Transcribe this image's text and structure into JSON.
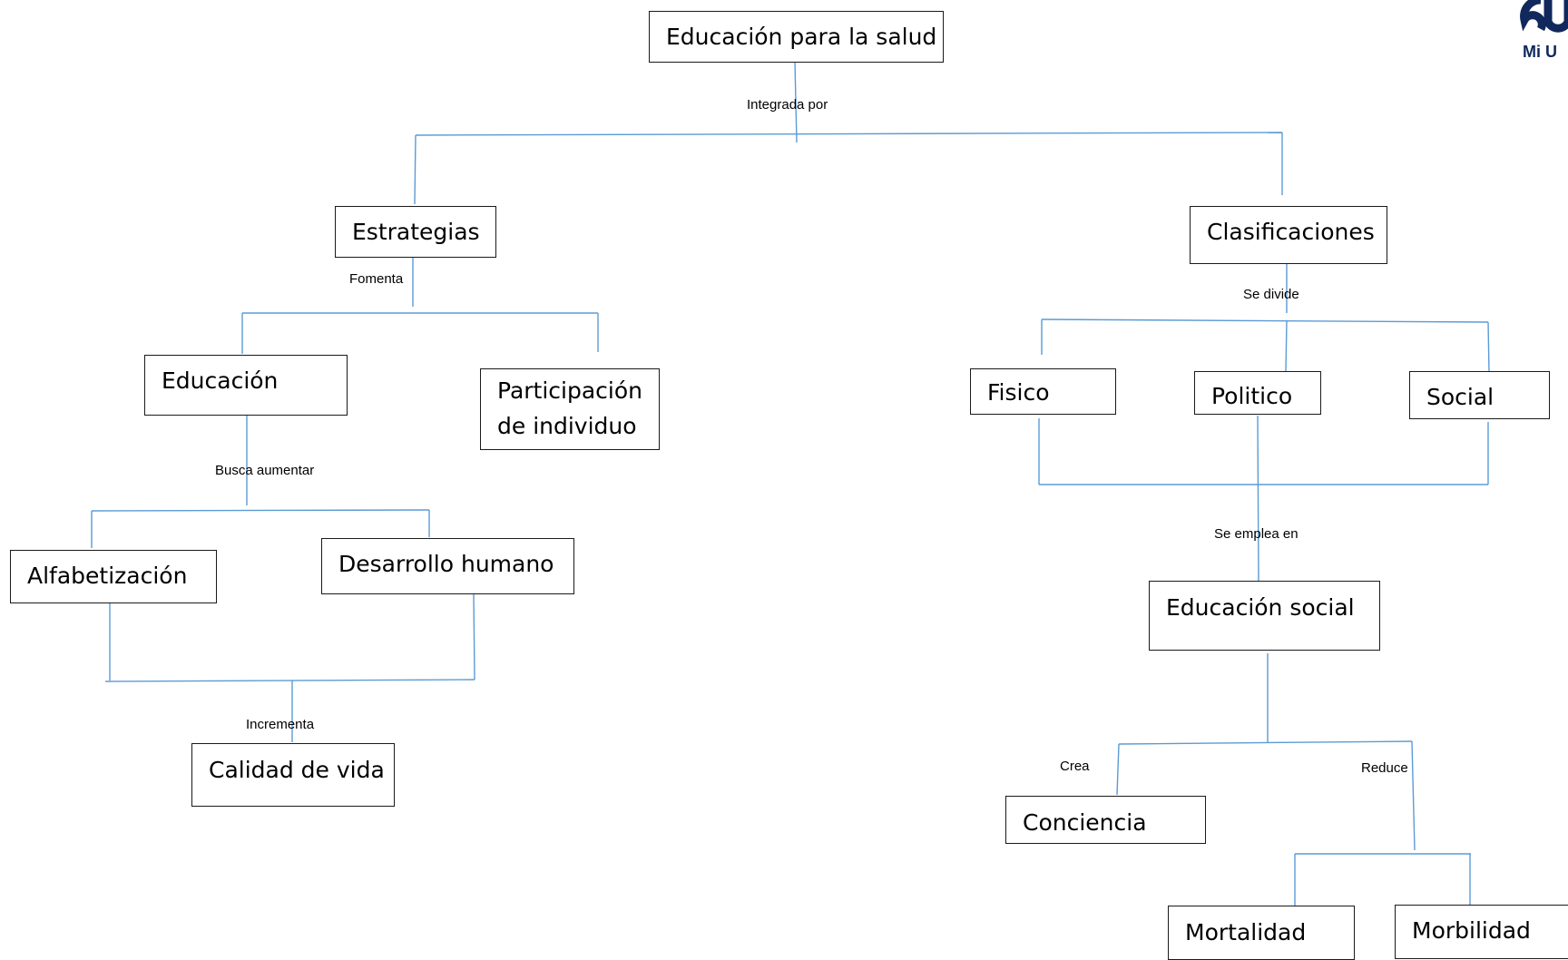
{
  "logo": {
    "icon": "mi-u-logo",
    "text": "Mi U",
    "color": "#10285c"
  },
  "line_color": "#5b9bd5",
  "nodes": {
    "root": "Educación para la salud",
    "estrategias": "Estrategias",
    "clasificaciones": "Clasificaciones",
    "educacion": "Educación",
    "participacion": [
      "Participación",
      "de individuo"
    ],
    "alfabetizacion": "Alfabetización",
    "desarrollo": "Desarrollo humano",
    "calidad": "Calidad de vida",
    "fisico": "Fisico",
    "politico": "Politico",
    "social": "Social",
    "educacion_social": "Educación social",
    "conciencia": "Conciencia",
    "mortalidad": "Mortalidad",
    "morbilidad": "Morbilidad"
  },
  "labels": {
    "integrada_por": "Integrada por",
    "fomenta": "Fomenta",
    "busca_aumentar": "Busca aumentar",
    "incrementa": "Incrementa",
    "se_divide": "Se divide",
    "se_emplea_en": "Se emplea en",
    "crea": "Crea",
    "reduce": "Reduce"
  }
}
